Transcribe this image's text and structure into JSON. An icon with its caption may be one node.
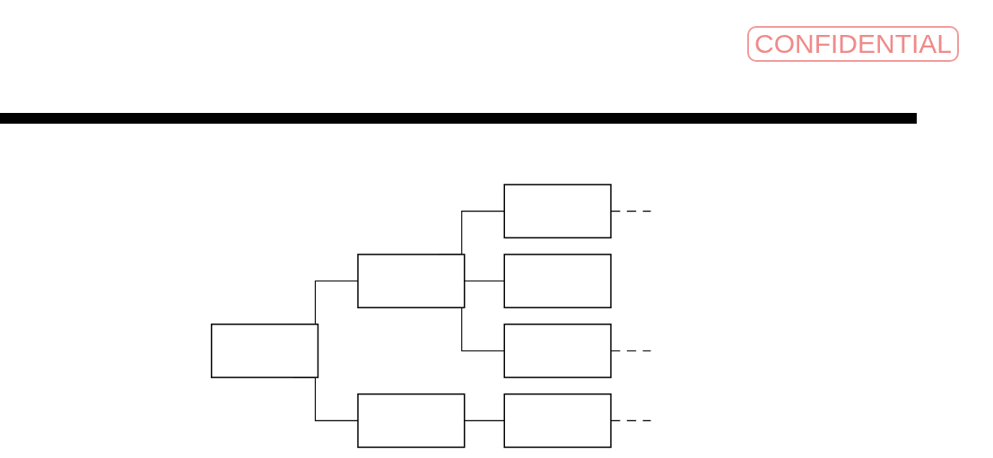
{
  "diagram": {
    "nodes": [
      {
        "text": [],
        "shape": "box"
      },
      {
        "text": [],
        "shape": "box"
      },
      {
        "text": [],
        "shape": "box"
      },
      {
        "text": [],
        "shape": "box"
      },
      {
        "text": [],
        "shape": "box"
      },
      {
        "text": [],
        "shape": "box"
      },
      {
        "text": [],
        "shape": "box"
      }
    ],
    "edges": [
      {
        "from": 0,
        "to": 1,
        "arrow": "none"
      },
      {
        "from": 0,
        "to": 5,
        "arrow": "none"
      },
      {
        "from": 1,
        "to": 2,
        "arrow": "none"
      },
      {
        "from": 1,
        "to": 3,
        "arrow": "none"
      },
      {
        "from": 1,
        "to": 4,
        "arrow": "none"
      },
      {
        "from": 5,
        "to": 6,
        "arrow": "none"
      },
      {
        "from": 2,
        "to": null,
        "arrow": "none",
        "style": "dashed"
      },
      {
        "from": 4,
        "to": null,
        "arrow": "none",
        "style": "dashed"
      },
      {
        "from": 6,
        "to": null,
        "arrow": "none",
        "style": "dashed"
      }
    ],
    "labels": [
      "CONFIDENTIAL"
    ]
  }
}
